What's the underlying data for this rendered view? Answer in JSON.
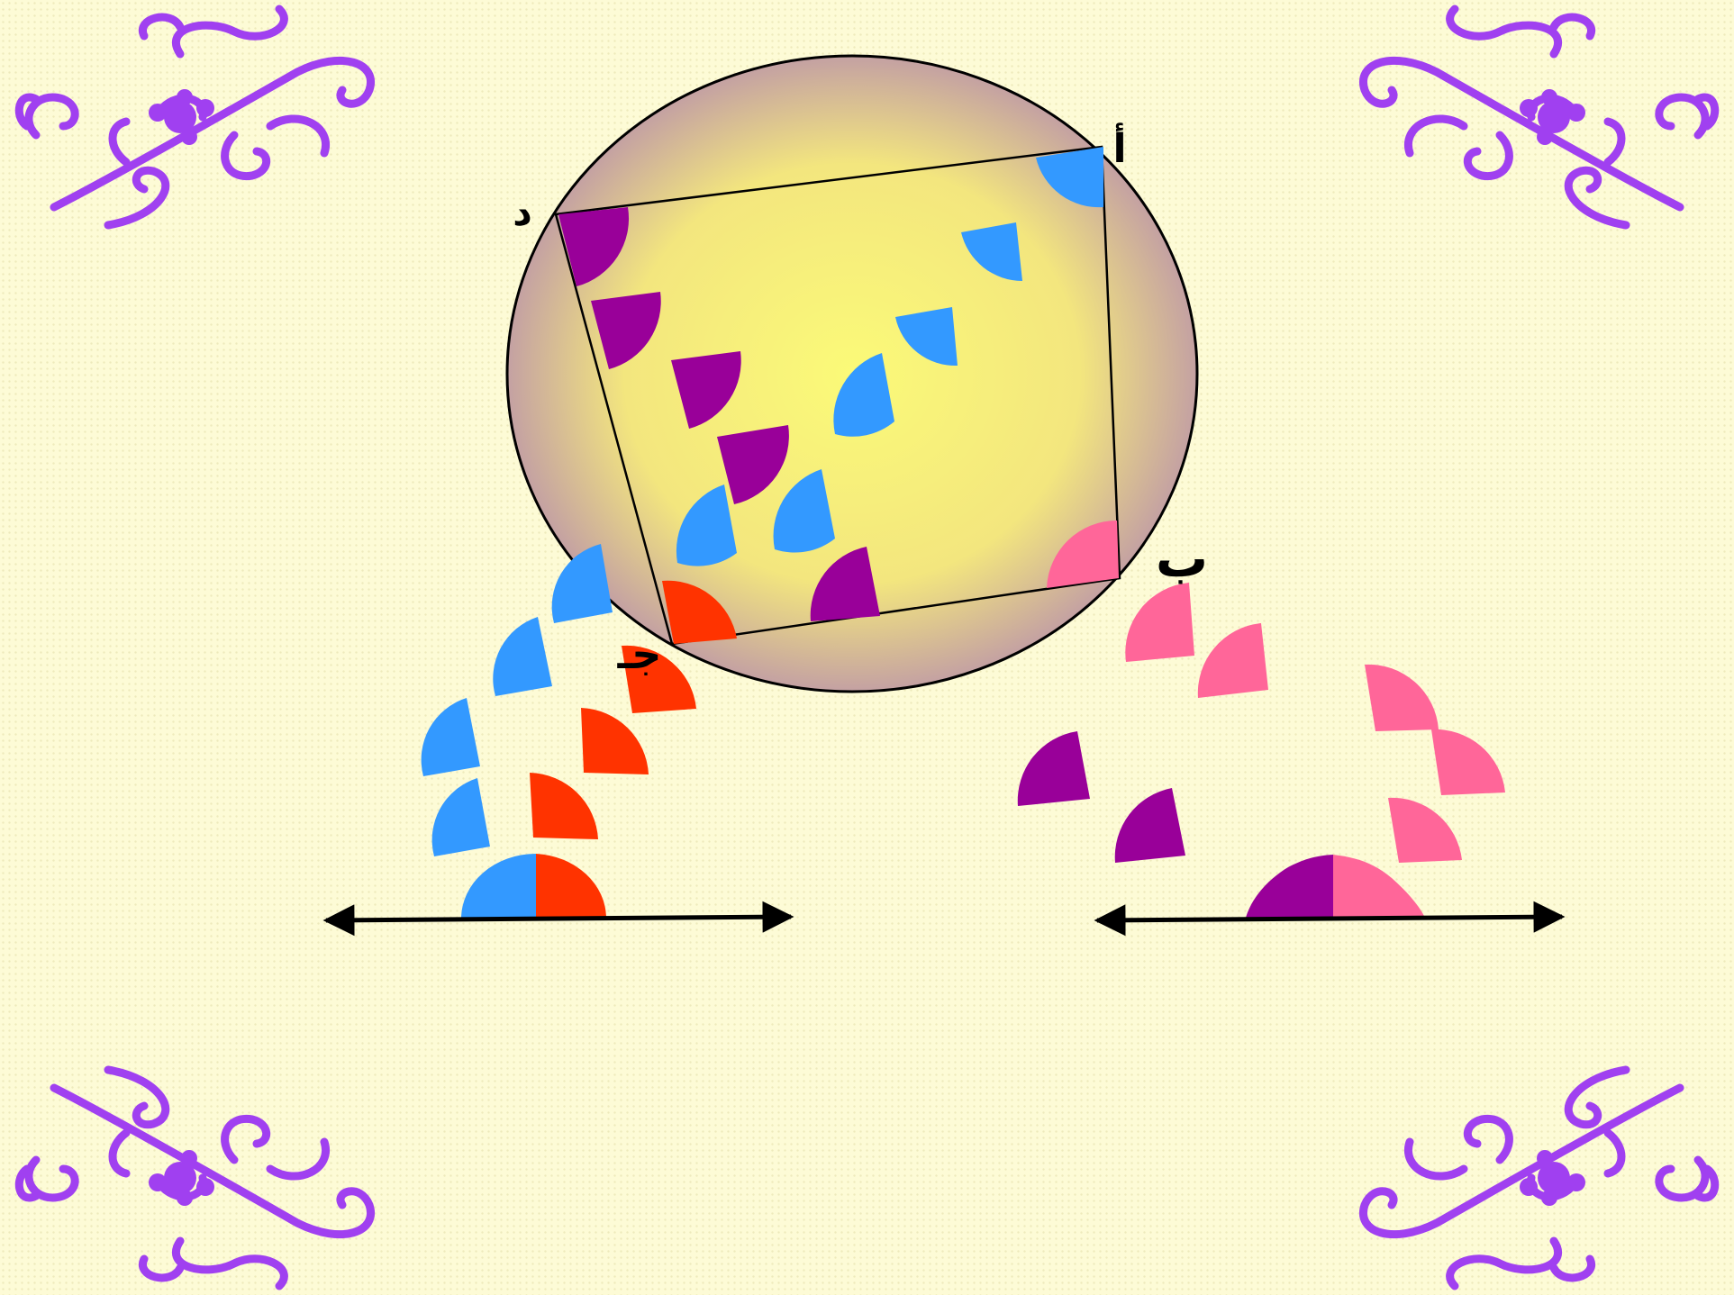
{
  "colors": {
    "background": "#fdfbd6",
    "circle_center": "#fbfa78",
    "circle_edge": "#a878b8",
    "blue": "#3399ff",
    "purple": "#990099",
    "red_orange": "#ff3300",
    "pink": "#ff6699",
    "ornament": "#a040f0"
  },
  "labels": {
    "vertex_a": "أ",
    "vertex_b": "ب",
    "vertex_c": "جـ",
    "vertex_d": "د"
  },
  "icons": {
    "corner_ornament": "arabesque-scroll-icon",
    "angle_piece": "quarter-circle-icon",
    "arrow": "double-headed-arrow-icon"
  }
}
